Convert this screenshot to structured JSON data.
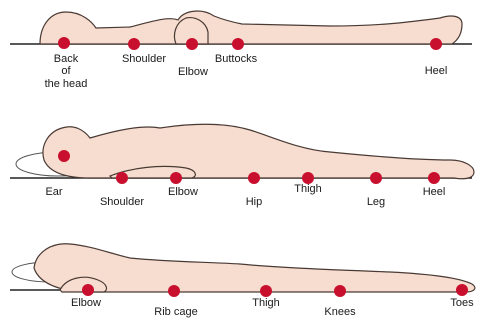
{
  "panels": [
    {
      "id": "supine",
      "labels": {
        "back_of_head_1": "Back",
        "back_of_head_2": "of",
        "back_of_head_3": "the head",
        "shoulder": "Shoulder",
        "elbow": "Elbow",
        "buttocks": "Buttocks",
        "heel": "Heel"
      }
    },
    {
      "id": "side-lying",
      "labels": {
        "ear": "Ear",
        "shoulder": "Shoulder",
        "elbow": "Elbow",
        "hip": "Hip",
        "thigh": "Thigh",
        "leg": "Leg",
        "heel": "Heel"
      }
    },
    {
      "id": "prone",
      "labels": {
        "elbow": "Elbow",
        "rib_cage": "Rib cage",
        "thigh": "Thigh",
        "knees": "Knees",
        "toes": "Toes"
      }
    }
  ],
  "colors": {
    "pressure_point": "#c8102e",
    "skin": "#f6ddd0",
    "outline": "#4a3a34"
  }
}
